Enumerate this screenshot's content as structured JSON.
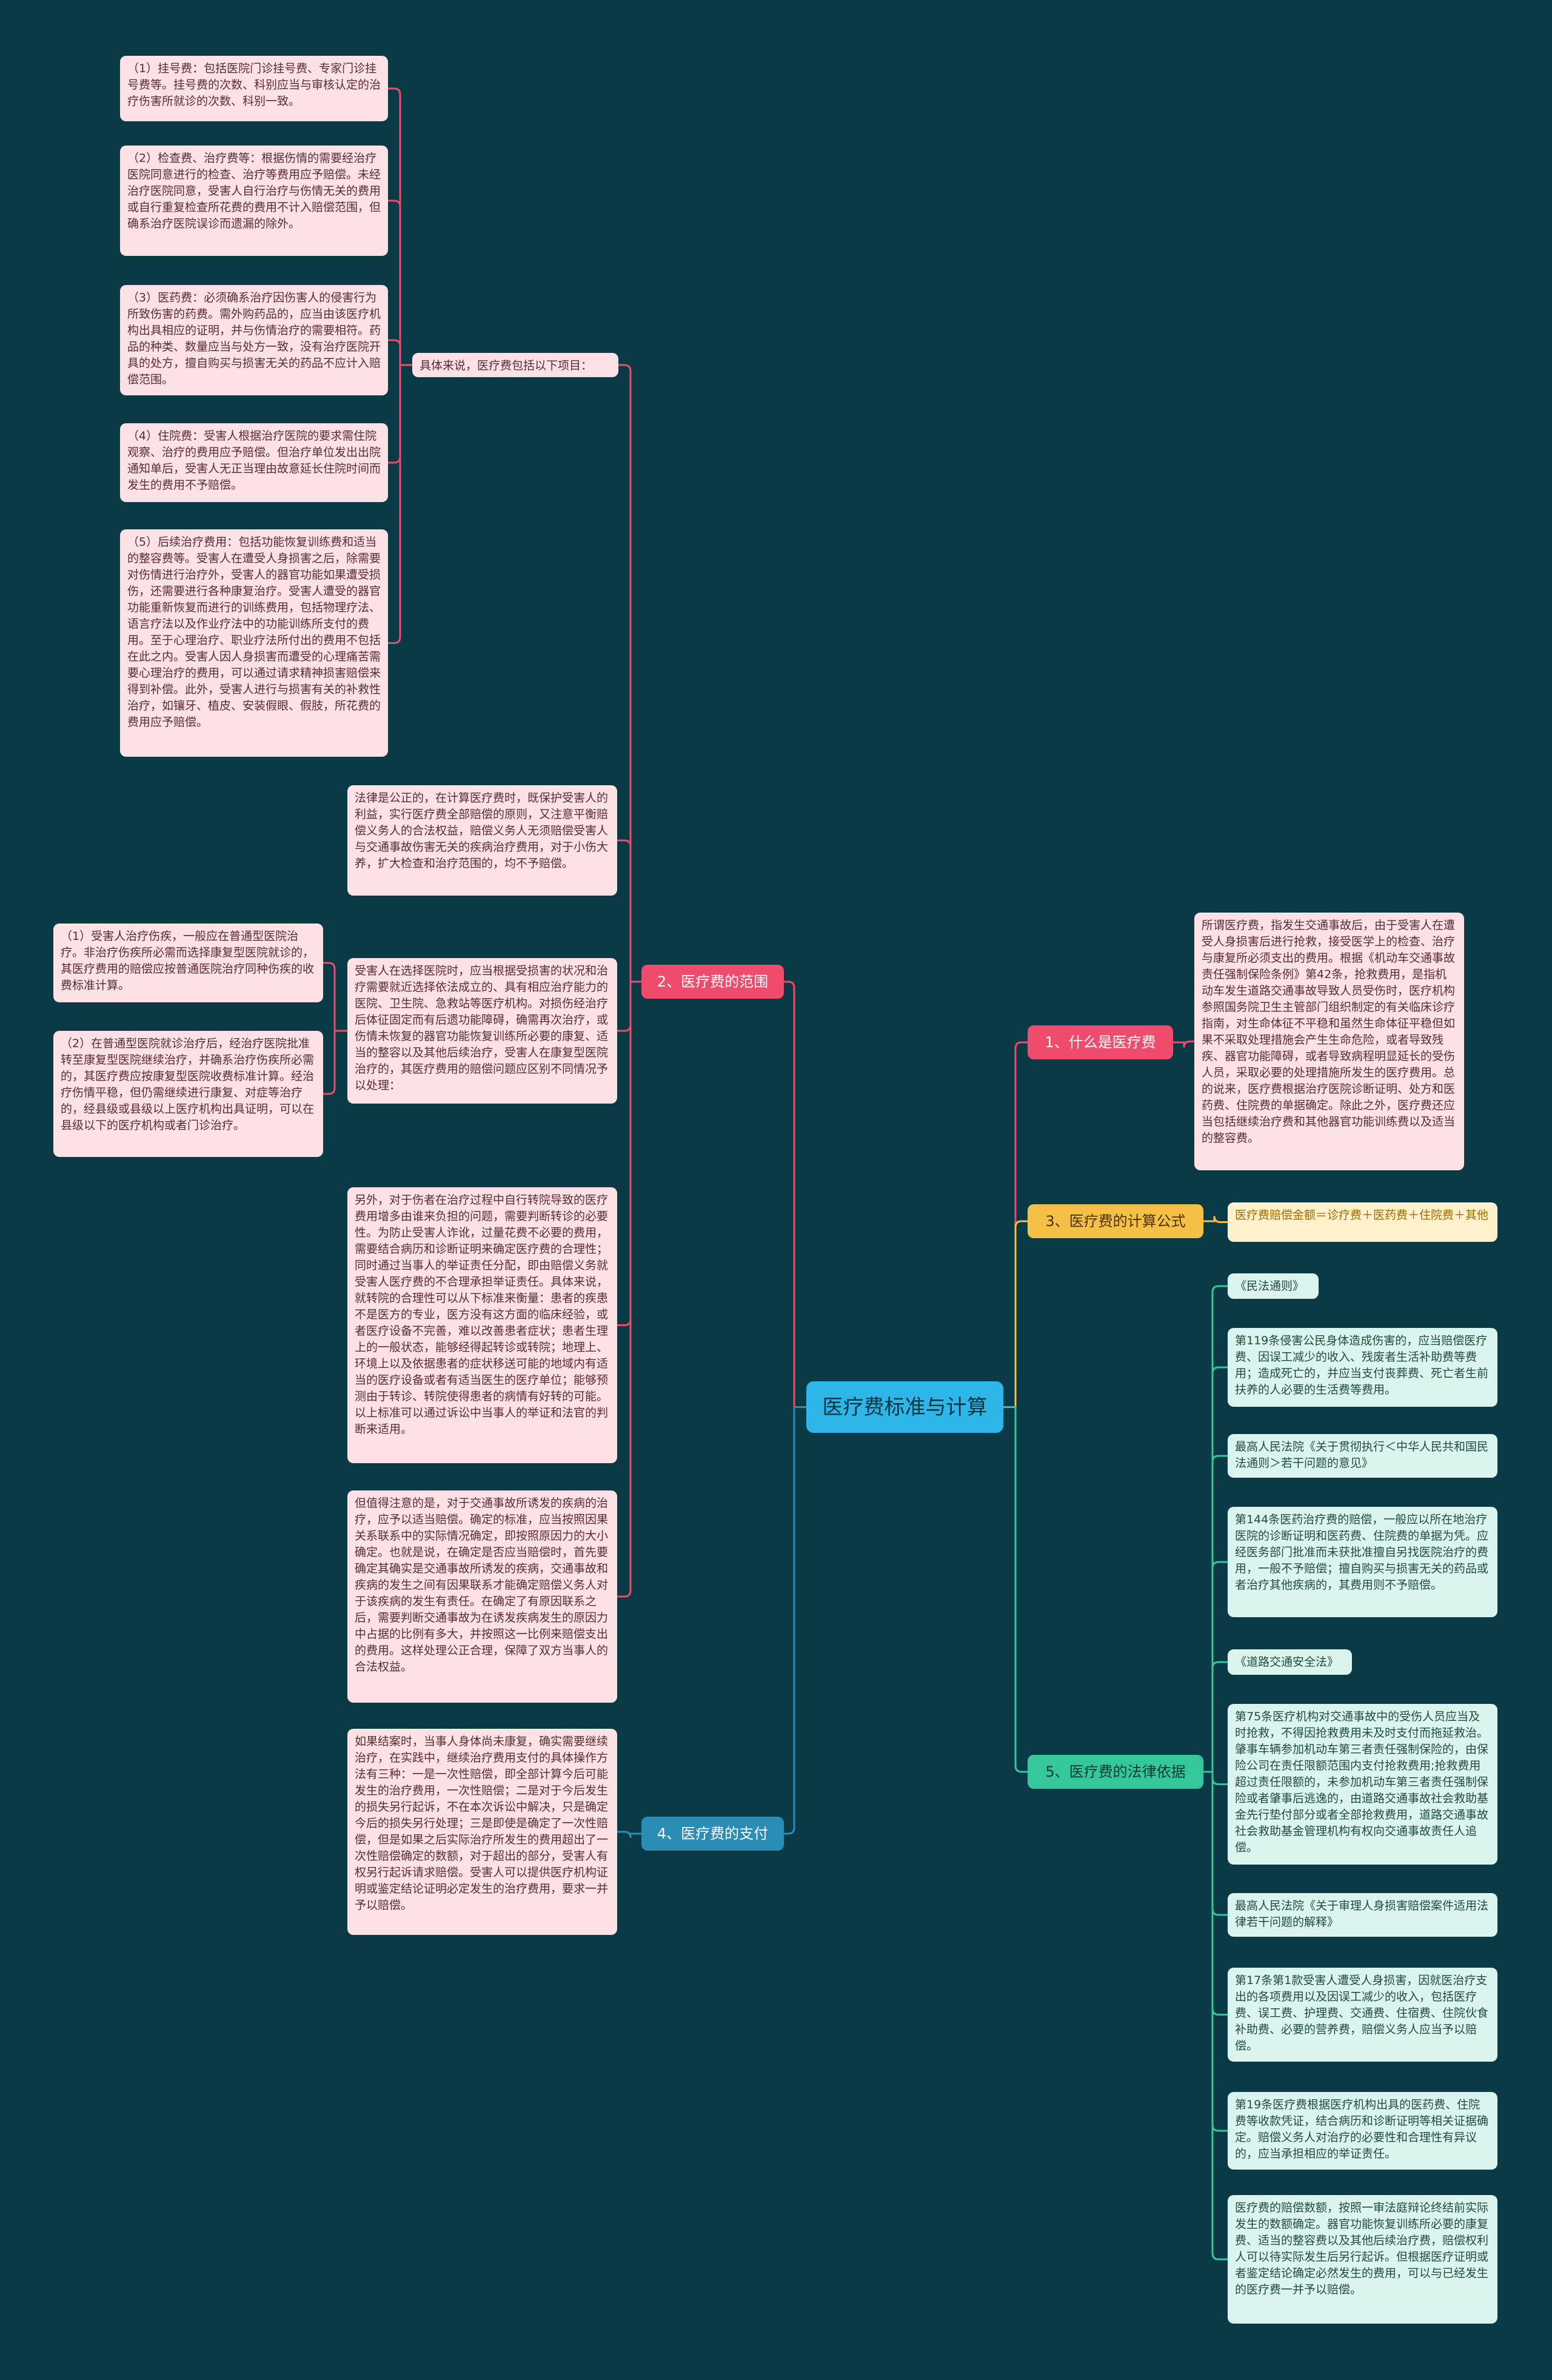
{
  "root": "医疗费标准与计算",
  "branches": {
    "b1": "1、什么是医疗费",
    "b2": "2、医疗费的范围",
    "b3": "3、医疗费的计算公式",
    "b4": "4、医疗费的支付",
    "b5": "5、医疗费的法律依据"
  },
  "b1_text": "所谓医疗费，指发生交通事故后，由于受害人在遭受人身损害后进行抢救，接受医学上的检查、治疗与康复所必须支出的费用。根据《机动车交通事故责任强制保险条例》第42条，抢救费用，是指机动车发生道路交通事故导致人员受伤时，医疗机构参照国务院卫生主管部门组织制定的有关临床诊疗指南，对生命体征不平稳和虽然生命体征平稳但如果不采取处理措施会产生生命危险，或者导致残疾、器官功能障碍，或者导致病程明显延长的受伤人员，采取必要的处理措施所发生的医疗费用。总的说来，医疗费根据治疗医院诊断证明、处方和医药费、住院费的单据确定。除此之外，医疗费还应当包括继续治疗费和其他器官功能训练费以及适当的整容费。",
  "b3_text": "医疗费赔偿金额＝诊疗费＋医药费＋住院费＋其他",
  "b2_items": {
    "intro": "具体来说，医疗费包括以下项目：",
    "i1": "（1）挂号费：包括医院门诊挂号费、专家门诊挂号费等。挂号费的次数、科别应当与审核认定的治疗伤害所就诊的次数、科别一致。",
    "i2": "（2）检查费、治疗费等：根据伤情的需要经治疗医院同意进行的检查、治疗等费用应予赔偿。未经治疗医院同意，受害人自行治疗与伤情无关的费用或自行重复检查所花费的费用不计入赔偿范围，但确系治疗医院误诊而遗漏的除外。",
    "i3": "（3）医药费：必须确系治疗因伤害人的侵害行为所致伤害的药费。需外购药品的，应当由该医疗机构出具相应的证明，并与伤情治疗的需要相符。药品的种类、数量应当与处方一致，没有治疗医院开具的处方，擅自购买与损害无关的药品不应计入赔偿范围。",
    "i4": "（4）住院费：受害人根据治疗医院的要求需住院观察、治疗的费用应予赔偿。但治疗单位发出出院通知单后，受害人无正当理由故意延长住院时间而发生的费用不予赔偿。",
    "i5": "（5）后续治疗费用：包括功能恢复训练费和适当的整容费等。受害人在遭受人身损害之后，除需要对伤情进行治疗外，受害人的器官功能如果遭受损伤，还需要进行各种康复治疗。受害人遭受的器官功能重新恢复而进行的训练费用，包括物理疗法、语言疗法以及作业疗法中的功能训练所支付的费用。至于心理治疗、职业疗法所付出的费用不包括在此之内。受害人因人身损害而遭受的心理痛苦需要心理治疗的费用，可以通过请求精神损害赔偿来得到补偿。此外，受害人进行与损害有关的补救性治疗，如镶牙、植皮、安装假眼、假肢，所花费的费用应予赔偿。",
    "p1": "法律是公正的，在计算医疗费时，既保护受害人的利益，实行医疗费全部赔偿的原则，又注意平衡赔偿义务人的合法权益，赔偿义务人无须赔偿受害人与交通事故伤害无关的疾病治疗费用，对于小伤大养，扩大检查和治疗范围的，均不予赔偿。",
    "p2": "受害人在选择医院时，应当根据受损害的状况和治疗需要就近选择依法成立的、具有相应治疗能力的医院、卫生院、急救站等医疗机构。对损伤经治疗后体征固定而有后遗功能障碍，确需再次治疗，或伤情未恢复的器官功能恢复训练所必要的康复、适当的整容以及其他后续治疗，受害人在康复型医院治疗的，其医疗费用的赔偿问题应区别不同情况予以处理：",
    "p2a": "（1）受害人治疗伤疾，一般应在普通型医院治疗。非治疗伤疾所必需而选择康复型医院就诊的，其医疗费用的赔偿应按普通医院治疗同种伤疾的收费标准计算。",
    "p2b": "（2）在普通型医院就诊治疗后，经治疗医院批准转至康复型医院继续治疗，并确系治疗伤疾所必需的，其医疗费应按康复型医院收费标准计算。经治疗伤情平稳，但仍需继续进行康复、对症等治疗的，经县级或县级以上医疗机构出具证明，可以在县级以下的医疗机构或者门诊治疗。",
    "p3": "另外，对于伤者在治疗过程中自行转院导致的医疗费用增多由谁来负担的问题，需要判断转诊的必要性。为防止受害人诈讹，过量花费不必要的费用，需要结合病历和诊断证明来确定医疗费的合理性；同时通过当事人的举证责任分配，即由赔偿义务就受害人医疗费的不合理承担举证责任。具体来说，就转院的合理性可以从下标准来衡量：患者的疾患不是医方的专业，医方没有这方面的临床经验，或者医疗设备不完善，难以改善患者症状；患者生理上的一般状态，能够经得起转诊或转院；地理上、环境上以及依据患者的症状移送可能的地域内有适当的医疗设备或者有适当医生的医疗单位；能够预测由于转诊、转院使得患者的病情有好转的可能。以上标准可以通过诉讼中当事人的举证和法官的判断来适用。",
    "p4": "但值得注意的是，对于交通事故所诱发的疾病的治疗，应予以适当赔偿。确定的标准，应当按照因果关系联系中的实际情况确定，即按照原因力的大小确定。也就是说，在确定是否应当赔偿时，首先要确定其确实是交通事故所诱发的疾病，交通事故和疾病的发生之间有因果联系才能确定赔偿义务人对于该疾病的发生有责任。在确定了有原因联系之后，需要判断交通事故为在诱发疾病发生的原因力中占据的比例有多大，并按照这一比例来赔偿支出的费用。这样处理公正合理，保障了双方当事人的合法权益。"
  },
  "b4_text": "如果结案时，当事人身体尚未康复，确实需要继续治疗，在实践中，继续治疗费用支付的具体操作方法有三种：一是一次性赔偿，即全部计算今后可能发生的治疗费用，一次性赔偿；二是对于今后发生的损失另行起诉，不在本次诉讼中解决，只是确定今后的损失另行处理；三是即使是确定了一次性赔偿，但是如果之后实际治疗所发生的费用超出了一次性赔偿确定的数额，对于超出的部分，受害人有权另行起诉请求赔偿。受害人可以提供医疗机构证明或鉴定结论证明必定发生的治疗费用，要求一并予以赔偿。",
  "b5_items": [
    "《民法通则》",
    "第119条侵害公民身体造成伤害的，应当赔偿医疗费、因误工减少的收入、残废者生活补助费等费用；造成死亡的，并应当支付丧葬费、死亡者生前扶养的人必要的生活费等费用。",
    "最高人民法院《关于贯彻执行＜中华人民共和国民法通则＞若干问题的意见》",
    "第144条医药治疗费的赔偿，一般应以所在地治疗医院的诊断证明和医药费、住院费的单据为凭。应经医务部门批准而未获批准擅自另找医院治疗的费用，一般不予赔偿；擅自购买与损害无关的药品或者治疗其他疾病的，其费用则不予赔偿。",
    "《道路交通安全法》",
    "第75条医疗机构对交通事故中的受伤人员应当及时抢救，不得因抢救费用未及时支付而拖延救治。肇事车辆参加机动车第三者责任强制保险的，由保险公司在责任限额范围内支付抢救费用;抢救费用超过责任限额的，未参加机动车第三者责任强制保险或者肇事后逃逸的，由道路交通事故社会救助基金先行垫付部分或者全部抢救费用，道路交通事故社会救助基金管理机构有权向交通事故责任人追偿。",
    "最高人民法院《关于审理人身损害赔偿案件适用法律若干问题的解释》",
    "第17条第1款受害人遭受人身损害，因就医治疗支出的各项费用以及因误工减少的收入，包括医疗费、误工费、护理费、交通费、住宿费、住院伙食补助费、必要的营养费，赔偿义务人应当予以赔偿。",
    "第19条医疗费根据医疗机构出具的医药费、住院费等收款凭证，结合病历和诊断证明等相关证据确定。赔偿义务人对治疗的必要性和合理性有异议的，应当承担相应的举证责任。",
    "医疗费的赔偿数额，按照一审法庭辩论终结前实际发生的数额确定。器官功能恢复训练所必要的康复费、适当的整容费以及其他后续治疗费，赔偿权利人可以待实际发生后另行起诉。但根据医疗证明或者鉴定结论确定必然发生的费用，可以与已经发生的医疗费一并予以赔偿。"
  ],
  "colors": {
    "background": "#0b3a47",
    "root": "#2fb6e8",
    "branch1": "#ef4b6c",
    "branch2": "#ef4b6c",
    "branch3": "#f5c046",
    "branch4": "#2a8db5",
    "branch5": "#33c79b",
    "pink_node": "#fde2e5",
    "yellow_node": "#fff1cc",
    "green_node": "#dcf4ee"
  }
}
